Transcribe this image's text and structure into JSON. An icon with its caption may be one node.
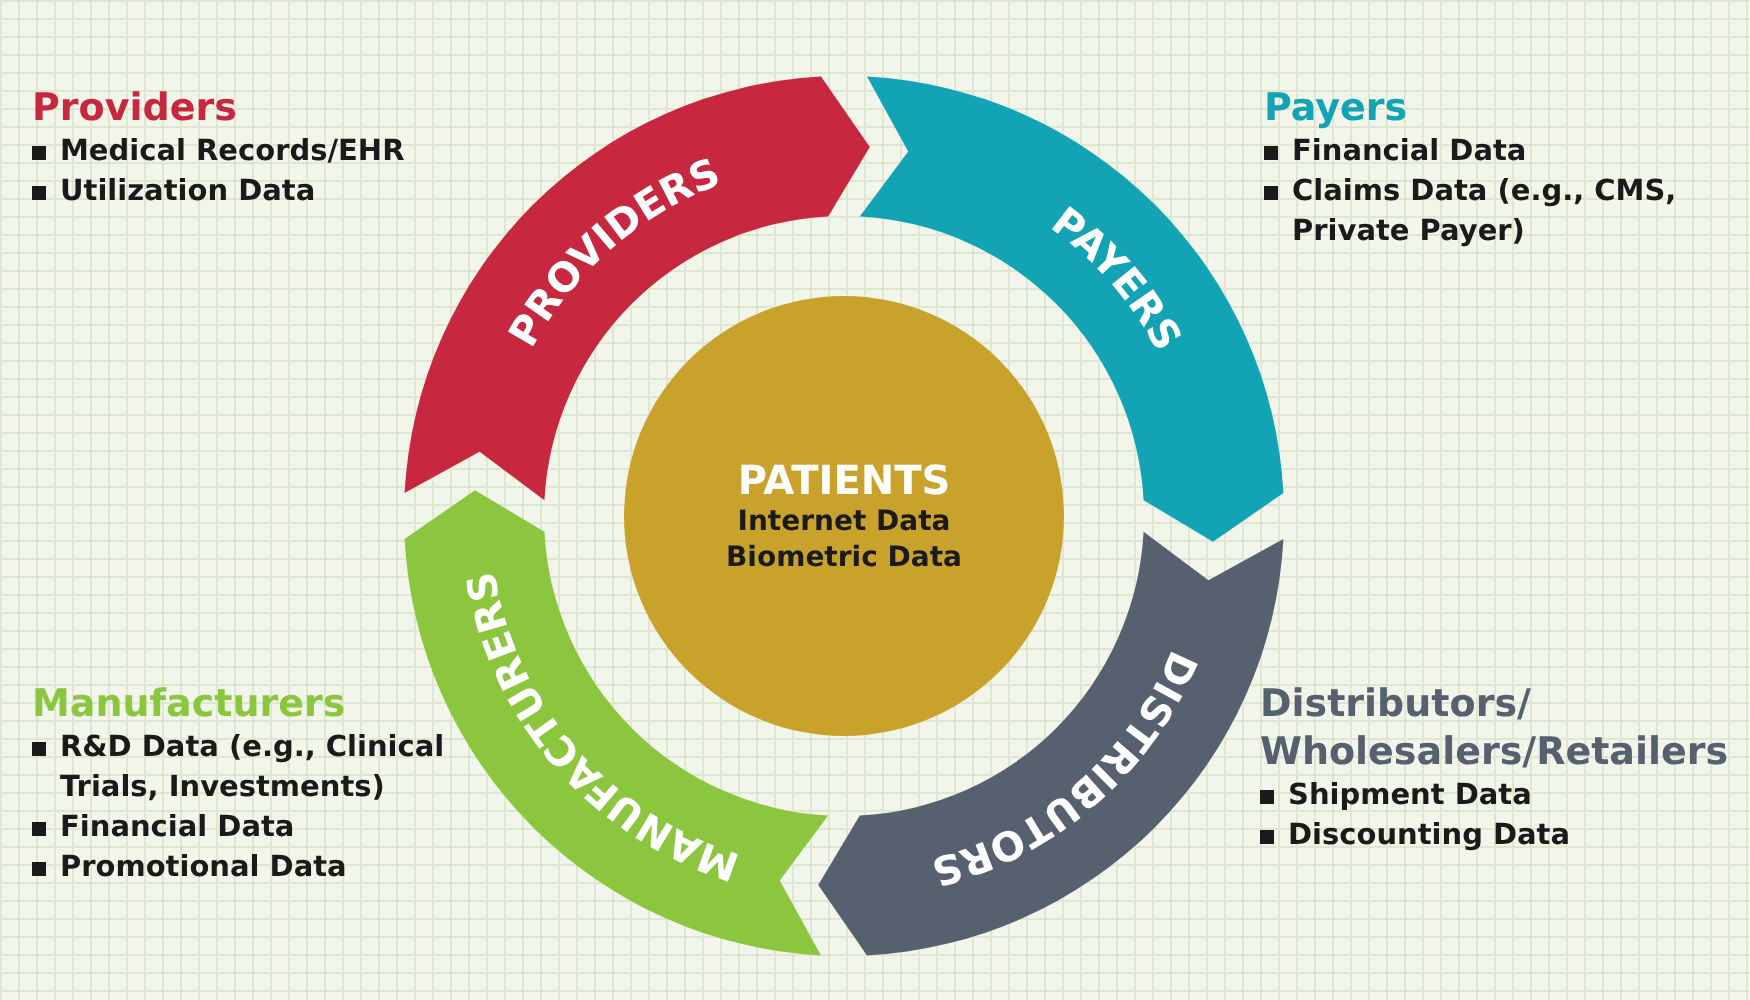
{
  "diagram": {
    "nodes": [
      {
        "text": [
          "PROVIDERS"
        ]
      },
      {
        "text": [
          "PAYERS"
        ]
      },
      {
        "text": [
          "PATIENTS",
          "Internet Data",
          "Biometric Data"
        ]
      },
      {
        "text": [
          "MANUFACTURERS"
        ]
      },
      {
        "text": [
          "DISTRIBUTORS"
        ]
      }
    ],
    "labels": [
      "Providers",
      "Medical Records/EHR",
      "Utilization Data",
      "Payers",
      "Financial Data",
      "Claims Data (e.g., CMS, Private Payer)",
      "Manufacturers",
      "R&D Data (e.g., Clinical Trials, Investments)",
      "Financial Data",
      "Promotional Data",
      "Distributors/ Wholesalers/Retailers",
      "Shipment Data",
      "Discounting Data"
    ]
  }
}
